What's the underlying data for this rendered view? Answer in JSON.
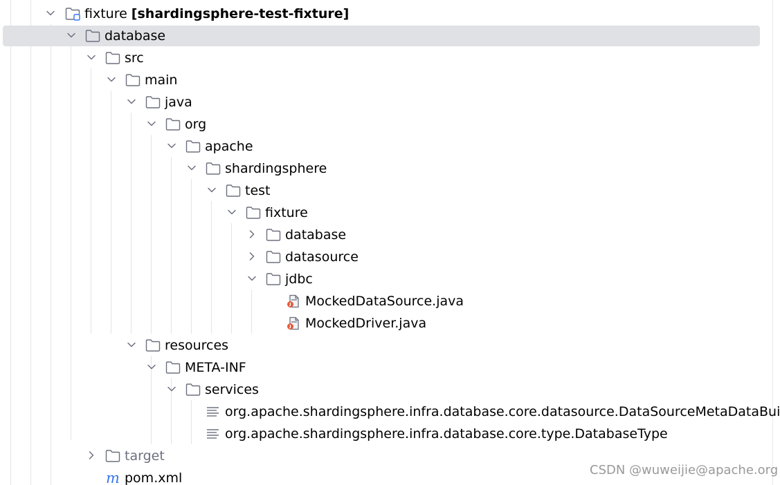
{
  "tree": {
    "module": {
      "label": "fixture",
      "module_name": "[shardingsphere-test-fixture]",
      "expanded": true,
      "icon": "module-folder-icon"
    },
    "rows": [
      {
        "label": "database",
        "icon": "folder-icon",
        "expanded": true,
        "selected": true
      },
      {
        "label": "src",
        "icon": "folder-icon",
        "expanded": true
      },
      {
        "label": "main",
        "icon": "folder-icon",
        "expanded": true
      },
      {
        "label": "java",
        "icon": "folder-icon",
        "expanded": true
      },
      {
        "label": "org",
        "icon": "folder-icon",
        "expanded": true
      },
      {
        "label": "apache",
        "icon": "folder-icon",
        "expanded": true
      },
      {
        "label": "shardingsphere",
        "icon": "folder-icon",
        "expanded": true
      },
      {
        "label": "test",
        "icon": "folder-icon",
        "expanded": true
      },
      {
        "label": "fixture",
        "icon": "folder-icon",
        "expanded": true
      },
      {
        "label": "database",
        "icon": "folder-icon",
        "expanded": false
      },
      {
        "label": "datasource",
        "icon": "folder-icon",
        "expanded": false
      },
      {
        "label": "jdbc",
        "icon": "folder-icon",
        "expanded": true
      },
      {
        "label": "MockedDataSource.java",
        "icon": "java-file-icon"
      },
      {
        "label": "MockedDriver.java",
        "icon": "java-file-icon"
      },
      {
        "label": "resources",
        "icon": "folder-icon",
        "expanded": true
      },
      {
        "label": "META-INF",
        "icon": "folder-icon",
        "expanded": true
      },
      {
        "label": "services",
        "icon": "folder-icon",
        "expanded": true
      },
      {
        "label": "org.apache.shardingsphere.infra.database.core.datasource.DataSourceMetaDataBuilder",
        "icon": "text-file-icon"
      },
      {
        "label": "org.apache.shardingsphere.infra.database.core.type.DatabaseType",
        "icon": "text-file-icon"
      },
      {
        "label": "target",
        "icon": "folder-icon",
        "expanded": false,
        "excluded": true
      },
      {
        "label": "pom.xml",
        "icon": "maven-file-icon"
      }
    ]
  },
  "watermark": "CSDN @wuweijie@apache.org",
  "colors": {
    "selection": "#dfe1e5",
    "guide_line": "#e3e4e8",
    "icon_stroke": "#6c707e",
    "module_badge": "#3574f0",
    "java_badge": "#e55b3c",
    "maven": "#3574f0",
    "muted_text": "#6c707e"
  }
}
